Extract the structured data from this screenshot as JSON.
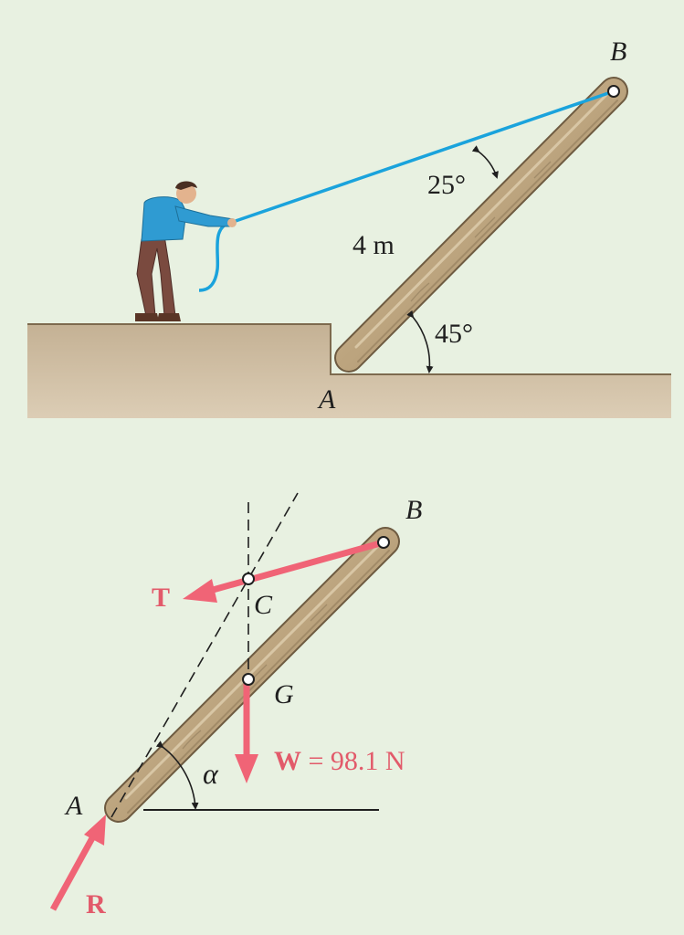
{
  "colors": {
    "background": "#e8f1e1",
    "ground": "#cdbca2",
    "ground_edge": "#8f7c60",
    "log": "#c2ad88",
    "log_edge": "#7d6a4e",
    "rope": "#1aa3dc",
    "force_arrow": "#f06476",
    "force_label": "#e25a6a",
    "text": "#1f1f1f"
  },
  "scene": {
    "label_a": "A",
    "label_b": "B",
    "angle_rope": "25°",
    "angle_ground": "45°",
    "length": "4 m"
  },
  "fbd": {
    "label_a": "A",
    "label_b": "B",
    "label_c": "C",
    "label_g": "G",
    "label_t": "T",
    "label_r": "R",
    "label_w_symbol": "W",
    "label_w_value": " = 98.1 N",
    "label_alpha": "α"
  }
}
